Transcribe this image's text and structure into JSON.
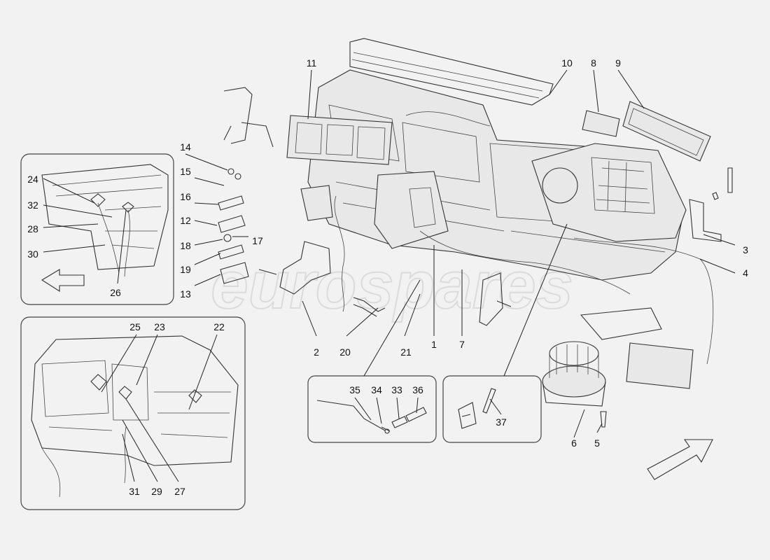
{
  "watermark": "eurospares",
  "callouts": {
    "c1": "1",
    "c2": "2",
    "c3": "3",
    "c4": "4",
    "c5": "5",
    "c6": "6",
    "c7": "7",
    "c8": "8",
    "c9": "9",
    "c10": "10",
    "c11": "11",
    "c12": "12",
    "c13": "13",
    "c14": "14",
    "c15": "15",
    "c16": "16",
    "c17": "17",
    "c18": "18",
    "c19": "19",
    "c20": "20",
    "c21": "21",
    "c22": "22",
    "c23": "23",
    "c24": "24",
    "c25": "25",
    "c26": "26",
    "c27": "27",
    "c28": "28",
    "c29": "29",
    "c30": "30",
    "c31": "31",
    "c32": "32",
    "c33": "33",
    "c34": "34",
    "c35": "35",
    "c36": "36",
    "c37": "37"
  }
}
